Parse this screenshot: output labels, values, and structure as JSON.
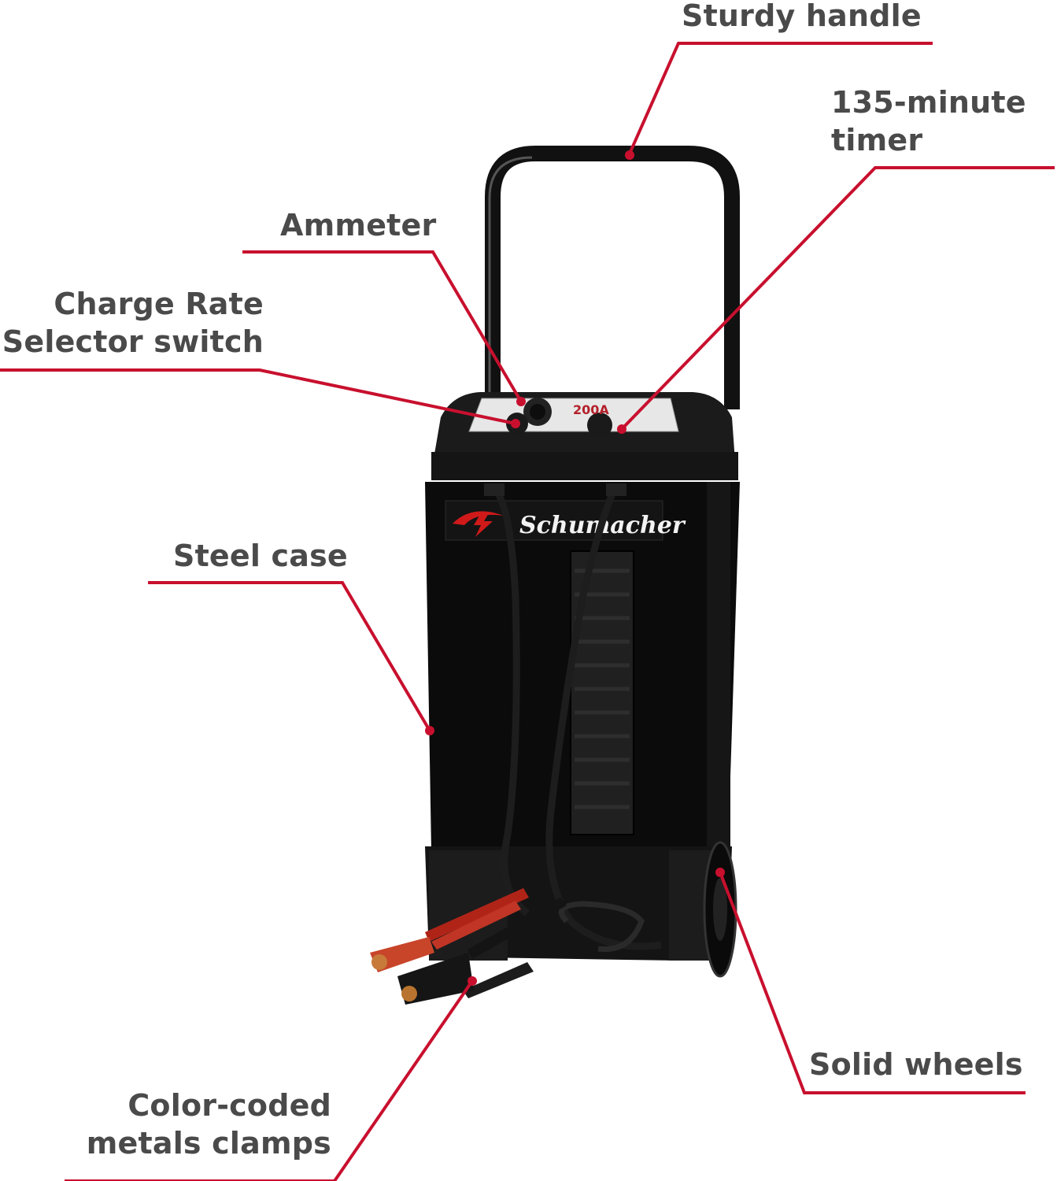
{
  "product": {
    "brand": "Schumacher",
    "panel_rating": "200A"
  },
  "accent_color": "#c8102e",
  "callouts": [
    {
      "id": "handle",
      "lines": [
        "Sturdy handle"
      ]
    },
    {
      "id": "timer",
      "lines": [
        "135-minute",
        "timer"
      ]
    },
    {
      "id": "ammeter",
      "lines": [
        "Ammeter"
      ]
    },
    {
      "id": "selector",
      "lines": [
        "Charge Rate",
        "Selector switch"
      ]
    },
    {
      "id": "case",
      "lines": [
        "Steel case"
      ]
    },
    {
      "id": "wheels",
      "lines": [
        "Solid wheels"
      ]
    },
    {
      "id": "clamps",
      "lines": [
        "Color-coded",
        "metals clamps"
      ]
    }
  ]
}
